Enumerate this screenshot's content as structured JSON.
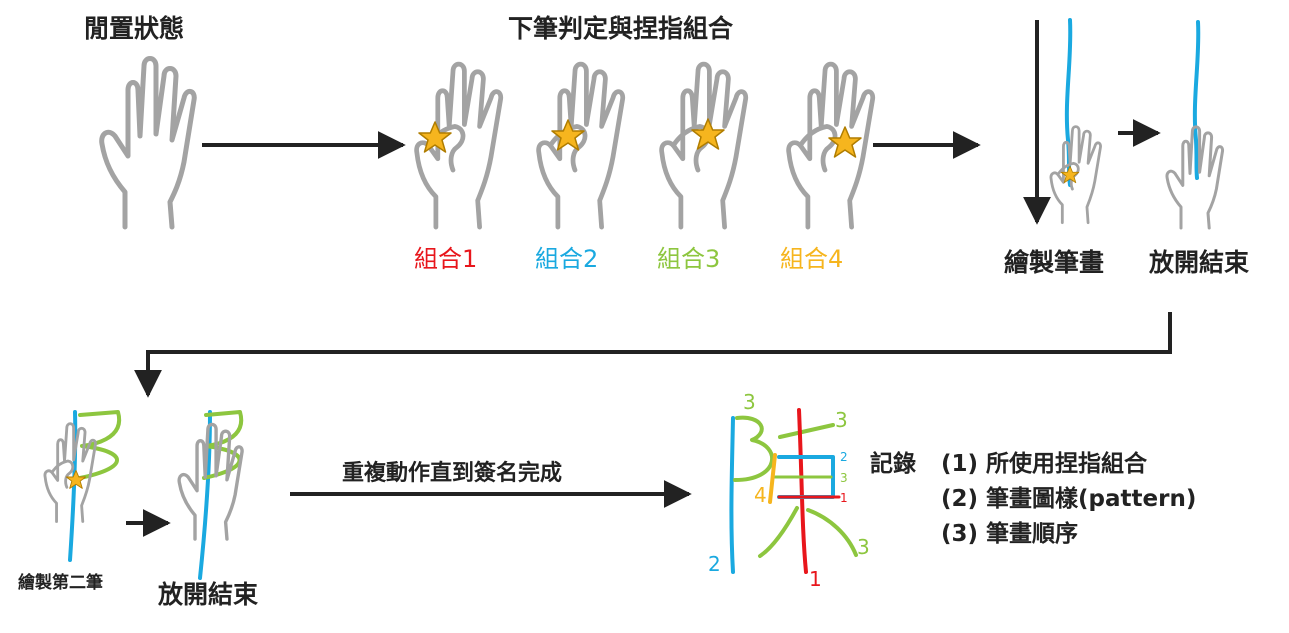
{
  "title_idle": "閒置狀態",
  "title_judge": "下筆判定與捏指組合",
  "combos": [
    {
      "label": "組合1",
      "color": "#e8161c"
    },
    {
      "label": "組合2",
      "color": "#1aa9e0"
    },
    {
      "label": "組合3",
      "color": "#8dc63f"
    },
    {
      "label": "組合4",
      "color": "#f6b51e"
    }
  ],
  "label_draw_stroke": "繪製筆畫",
  "label_release_1": "放開結束",
  "label_draw_second": "繪製第二筆",
  "label_release_2": "放開結束",
  "label_repeat": "重複動作直到簽名完成",
  "record": {
    "head": "記錄",
    "items": [
      "(1) 所使用捏指組合",
      "(2) 筆畫圖樣(pattern)",
      "(3) 筆畫順序"
    ]
  },
  "char_numbers": {
    "n3_top_left": "3",
    "n3_top_right": "3",
    "n2_small": "2",
    "n3_small": "3",
    "n1_small": "1",
    "n4": "4",
    "n2_bottom": "2",
    "n1_bottom": "1",
    "n3_bottom": "3"
  },
  "colors": {
    "hand": "#a3a3a3",
    "arrow": "#222222",
    "star_fill": "#f6b51e",
    "star_stroke": "#b07d00",
    "blue": "#1aa9e0",
    "green": "#8dc63f",
    "red": "#e8161c",
    "yellow": "#f6b51e"
  }
}
